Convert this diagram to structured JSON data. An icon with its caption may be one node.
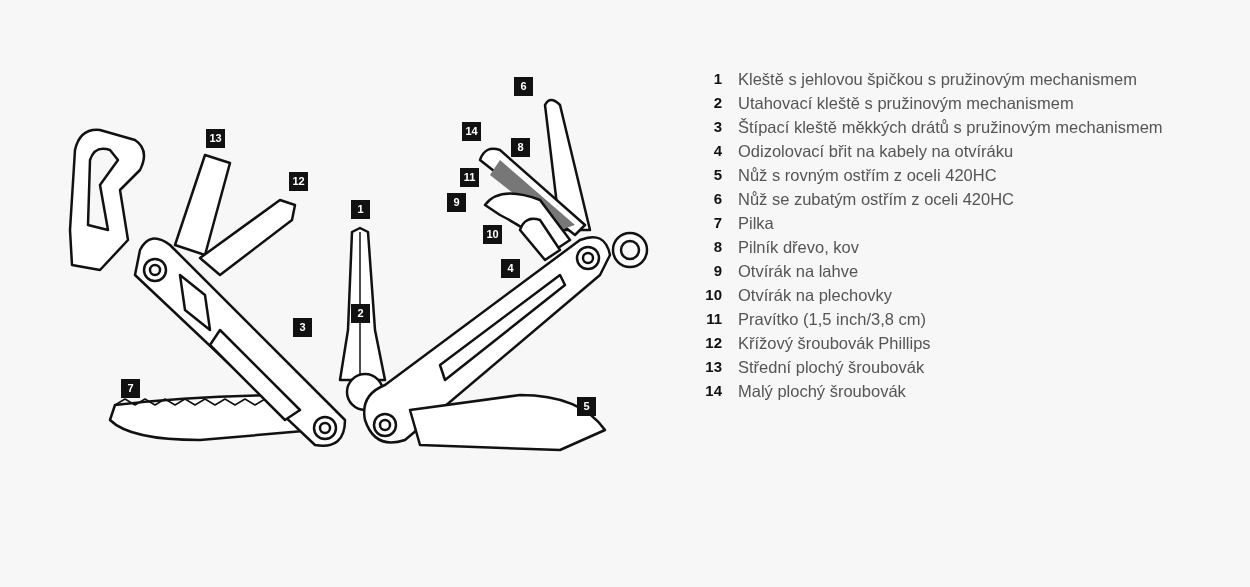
{
  "diagram": {
    "labels": [
      "6",
      "13",
      "14",
      "8",
      "11",
      "12",
      "9",
      "1",
      "10",
      "4",
      "2",
      "3",
      "7",
      "5",
      "1",
      "Kleště s jehlovou špičkou s pružinovým mechanismem",
      "2",
      "Utahovací kleště s pružinovým mechanismem",
      "3",
      "Štípací kleště měkkých drátů s pružinovým mechanismem",
      "4",
      "Odizolovací břit na kabely na otvíráku",
      "5",
      "Nůž s rovným ostřím z oceli 420HC",
      "6",
      "Nůž se zubatým ostřím z oceli 420HC",
      "7",
      "Pilka",
      "8",
      "Pilník dřevo, kov",
      "9",
      "Otvírák na lahve",
      "10",
      "Otvírák na plechovky",
      "11",
      "Pravítko (1,5 inch/3,8 cm)",
      "12",
      "Křížový šroubovák Phillips",
      "13",
      "Střední plochý šroubovák",
      "14",
      "Malý plochý šroubovák"
    ]
  }
}
